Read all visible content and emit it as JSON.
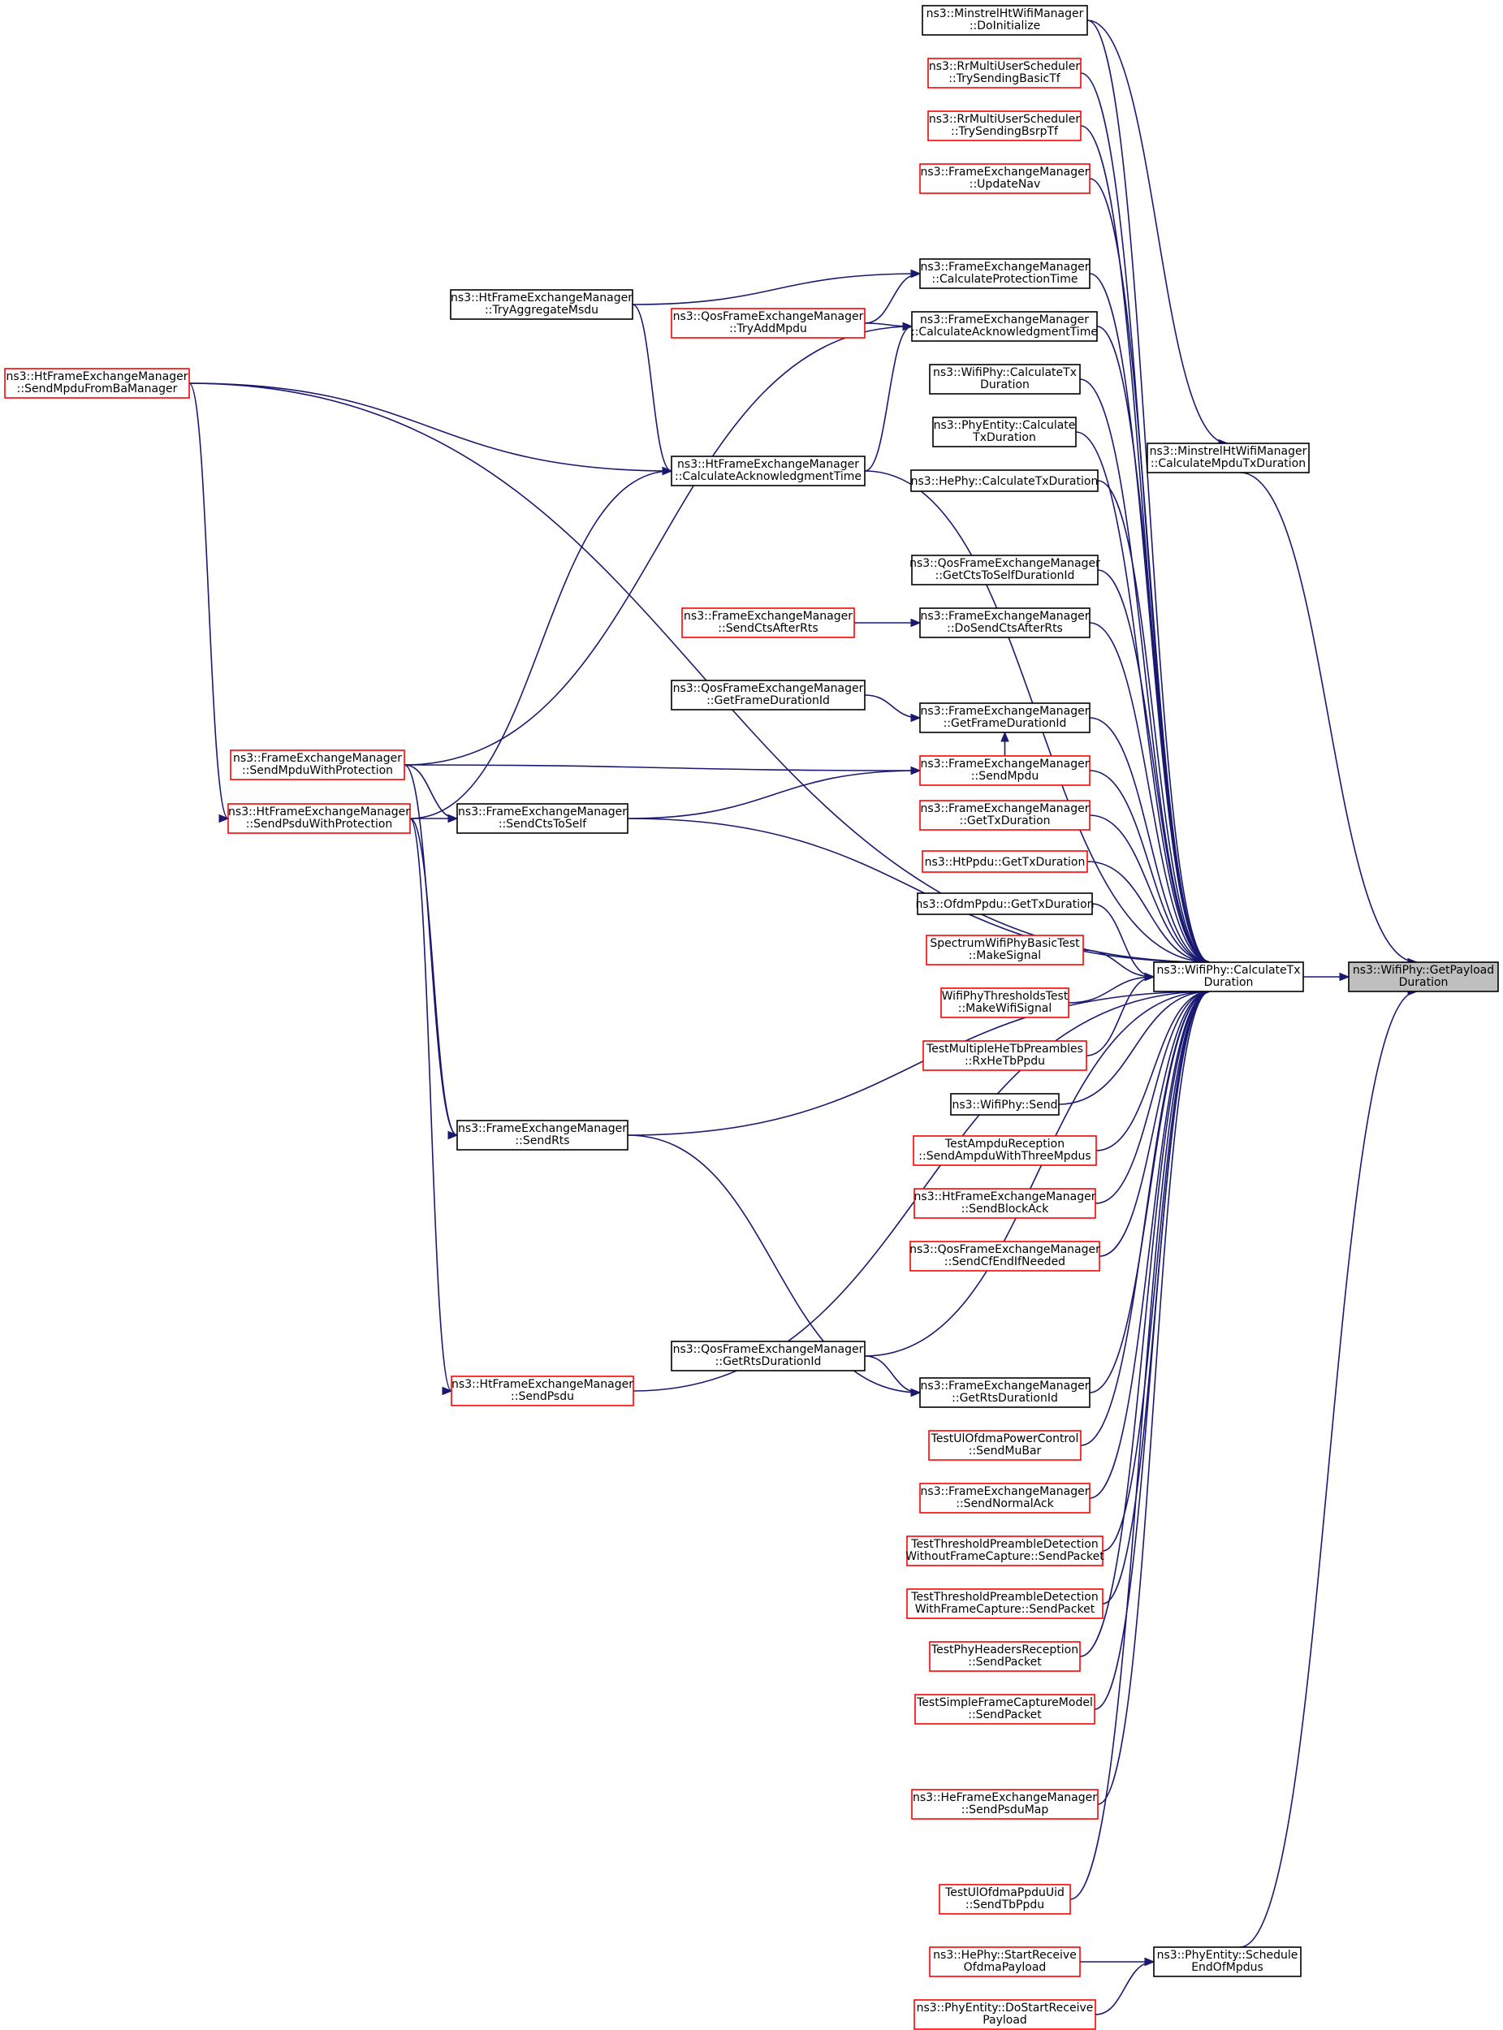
{
  "colors": {
    "edge": "#191970",
    "node_border_normal": "#000000",
    "node_border_external": "#ff0000",
    "node_fill": "#ffffff",
    "node_fill_focus": "#bfbfbf"
  },
  "nodes": [
    {
      "id": "getpayload",
      "lines": [
        "ns3::WifiPhy::GetPayload",
        "Duration"
      ],
      "style": "focus"
    },
    {
      "id": "calctx",
      "lines": [
        "ns3::WifiPhy::CalculateTx",
        "Duration"
      ],
      "style": "normal"
    },
    {
      "id": "minstrel_calc",
      "lines": [
        "ns3::MinstrelHtWifiManager",
        "::CalculateMpduTxDuration"
      ],
      "style": "normal"
    },
    {
      "id": "sched",
      "lines": [
        "ns3::PhyEntity::Schedule",
        "EndOfMpdus"
      ],
      "style": "normal"
    },
    {
      "id": "minstrel_init",
      "lines": [
        "ns3::MinstrelHtWifiManager",
        "::DoInitialize"
      ],
      "style": "normal"
    },
    {
      "id": "rr_basic",
      "lines": [
        "ns3::RrMultiUserScheduler",
        "::TrySendingBasicTf"
      ],
      "style": "red"
    },
    {
      "id": "rr_bsrp",
      "lines": [
        "ns3::RrMultiUserScheduler",
        "::TrySendingBsrpTf"
      ],
      "style": "red"
    },
    {
      "id": "updnav",
      "lines": [
        "ns3::FrameExchangeManager",
        "::UpdateNav"
      ],
      "style": "red"
    },
    {
      "id": "calcprot",
      "lines": [
        "ns3::FrameExchangeManager",
        "::CalculateProtectionTime"
      ],
      "style": "normal"
    },
    {
      "id": "fem_calcack",
      "lines": [
        "ns3::FrameExchangeManager",
        "::CalculateAcknowledgmentTime"
      ],
      "style": "normal"
    },
    {
      "id": "wp_calctx",
      "lines": [
        "ns3::WifiPhy::CalculateTx",
        "Duration"
      ],
      "style": "normal"
    },
    {
      "id": "pe_calctx",
      "lines": [
        "ns3::PhyEntity::Calculate",
        "TxDuration"
      ],
      "style": "normal"
    },
    {
      "id": "he_calctx",
      "lines": [
        "ns3::HePhy::CalculateTxDuration"
      ],
      "style": "normal"
    },
    {
      "id": "qos_cts",
      "lines": [
        "ns3::QosFrameExchangeManager",
        "::GetCtsToSelfDurationId"
      ],
      "style": "normal"
    },
    {
      "id": "dosendcts",
      "lines": [
        "ns3::FrameExchangeManager",
        "::DoSendCtsAfterRts"
      ],
      "style": "normal"
    },
    {
      "id": "fem_getframe",
      "lines": [
        "ns3::FrameExchangeManager",
        "::GetFrameDurationId"
      ],
      "style": "normal"
    },
    {
      "id": "sendmpdu",
      "lines": [
        "ns3::FrameExchangeManager",
        "::SendMpdu"
      ],
      "style": "red"
    },
    {
      "id": "fem_gettx",
      "lines": [
        "ns3::FrameExchangeManager",
        "::GetTxDuration"
      ],
      "style": "red"
    },
    {
      "id": "htppdu",
      "lines": [
        "ns3::HtPpdu::GetTxDuration"
      ],
      "style": "red"
    },
    {
      "id": "ofdmppdu",
      "lines": [
        "ns3::OfdmPpdu::GetTxDuration"
      ],
      "style": "normal"
    },
    {
      "id": "spectrum",
      "lines": [
        "SpectrumWifiPhyBasicTest",
        "::MakeSignal"
      ],
      "style": "red"
    },
    {
      "id": "thresh",
      "lines": [
        "WifiPhyThresholdsTest",
        "::MakeWifiSignal"
      ],
      "style": "red"
    },
    {
      "id": "multihetb",
      "lines": [
        "TestMultipleHeTbPreambles",
        "::RxHeTbPpdu"
      ],
      "style": "red"
    },
    {
      "id": "wpsend",
      "lines": [
        "ns3::WifiPhy::Send"
      ],
      "style": "normal"
    },
    {
      "id": "ampdu",
      "lines": [
        "TestAmpduReception",
        "::SendAmpduWithThreeMpdus"
      ],
      "style": "red"
    },
    {
      "id": "htblockack",
      "lines": [
        "ns3::HtFrameExchangeManager",
        "::SendBlockAck"
      ],
      "style": "red"
    },
    {
      "id": "qoscfend",
      "lines": [
        "ns3::QosFrameExchangeManager",
        "::SendCfEndIfNeeded"
      ],
      "style": "red"
    },
    {
      "id": "qos_getrts",
      "lines": [
        "ns3::QosFrameExchangeManager",
        "::GetRtsDurationId"
      ],
      "style": "normal"
    },
    {
      "id": "fem_getrts",
      "lines": [
        "ns3::FrameExchangeManager",
        "::GetRtsDurationId"
      ],
      "style": "normal"
    },
    {
      "id": "ulpower",
      "lines": [
        "TestUlOfdmaPowerControl",
        "::SendMuBar"
      ],
      "style": "red"
    },
    {
      "id": "normalack",
      "lines": [
        "ns3::FrameExchangeManager",
        "::SendNormalAck"
      ],
      "style": "red"
    },
    {
      "id": "tpd_without",
      "lines": [
        "TestThresholdPreambleDetection",
        "WithoutFrameCapture::SendPacket"
      ],
      "style": "red"
    },
    {
      "id": "tpd_with",
      "lines": [
        "TestThresholdPreambleDetection",
        "WithFrameCapture::SendPacket"
      ],
      "style": "red"
    },
    {
      "id": "phyhdr",
      "lines": [
        "TestPhyHeadersReception",
        "::SendPacket"
      ],
      "style": "red"
    },
    {
      "id": "simplecap",
      "lines": [
        "TestSimpleFrameCaptureModel",
        "::SendPacket"
      ],
      "style": "red"
    },
    {
      "id": "hepsdumap",
      "lines": [
        "ns3::HeFrameExchangeManager",
        "::SendPsduMap"
      ],
      "style": "red"
    },
    {
      "id": "ulppduuid",
      "lines": [
        "TestUlOfdmaPpduUid",
        "::SendTbPpdu"
      ],
      "style": "red"
    },
    {
      "id": "hestart",
      "lines": [
        "ns3::HePhy::StartReceive",
        "OfdmaPayload"
      ],
      "style": "red"
    },
    {
      "id": "pestart",
      "lines": [
        "ns3::PhyEntity::DoStartReceive",
        "Payload"
      ],
      "style": "red"
    },
    {
      "id": "httryagg",
      "lines": [
        "ns3::HtFrameExchangeManager",
        "::TryAggregateMsdu"
      ],
      "style": "normal"
    },
    {
      "id": "qostryadd",
      "lines": [
        "ns3::QosFrameExchangeManager",
        "::TryAddMpdu"
      ],
      "style": "red"
    },
    {
      "id": "htcalcack",
      "lines": [
        "ns3::HtFrameExchangeManager",
        "::CalculateAcknowledgmentTime"
      ],
      "style": "normal"
    },
    {
      "id": "femsendcts",
      "lines": [
        "ns3::FrameExchangeManager",
        "::SendCtsAfterRts"
      ],
      "style": "red"
    },
    {
      "id": "qos_getframe",
      "lines": [
        "ns3::QosFrameExchangeManager",
        "::GetFrameDurationId"
      ],
      "style": "normal"
    },
    {
      "id": "ctstoself",
      "lines": [
        "ns3::FrameExchangeManager",
        "::SendCtsToSelf"
      ],
      "style": "normal"
    },
    {
      "id": "sendrts",
      "lines": [
        "ns3::FrameExchangeManager",
        "::SendRts"
      ],
      "style": "normal"
    },
    {
      "id": "htsendpsdu",
      "lines": [
        "ns3::HtFrameExchangeManager",
        "::SendPsdu"
      ],
      "style": "red"
    },
    {
      "id": "htsendmpduba",
      "lines": [
        "ns3::HtFrameExchangeManager",
        "::SendMpduFromBaManager"
      ],
      "style": "red"
    },
    {
      "id": "sendmpduprot",
      "lines": [
        "ns3::FrameExchangeManager",
        "::SendMpduWithProtection"
      ],
      "style": "red"
    },
    {
      "id": "sendpsduprot",
      "lines": [
        "ns3::HtFrameExchangeManager",
        "::SendPsduWithProtection"
      ],
      "style": "red"
    }
  ],
  "edges": [
    [
      "calctx",
      "getpayload"
    ],
    [
      "minstrel_calc",
      "getpayload"
    ],
    [
      "sched",
      "getpayload"
    ],
    [
      "minstrel_init",
      "minstrel_calc"
    ],
    [
      "hestart",
      "sched"
    ],
    [
      "pestart",
      "sched"
    ],
    [
      "minstrel_init",
      "calctx"
    ],
    [
      "rr_basic",
      "calctx"
    ],
    [
      "rr_bsrp",
      "calctx"
    ],
    [
      "updnav",
      "calctx"
    ],
    [
      "calcprot",
      "calctx"
    ],
    [
      "fem_calcack",
      "calctx"
    ],
    [
      "wp_calctx",
      "calctx"
    ],
    [
      "pe_calctx",
      "calctx"
    ],
    [
      "he_calctx",
      "calctx"
    ],
    [
      "qos_cts",
      "calctx"
    ],
    [
      "dosendcts",
      "calctx"
    ],
    [
      "fem_getframe",
      "calctx"
    ],
    [
      "sendmpdu",
      "calctx"
    ],
    [
      "fem_gettx",
      "calctx"
    ],
    [
      "htppdu",
      "calctx"
    ],
    [
      "ofdmppdu",
      "calctx"
    ],
    [
      "spectrum",
      "calctx"
    ],
    [
      "thresh",
      "calctx"
    ],
    [
      "multihetb",
      "calctx"
    ],
    [
      "wpsend",
      "calctx"
    ],
    [
      "ampdu",
      "calctx"
    ],
    [
      "htblockack",
      "calctx"
    ],
    [
      "qoscfend",
      "calctx"
    ],
    [
      "qos_getrts",
      "calctx"
    ],
    [
      "fem_getrts",
      "calctx"
    ],
    [
      "ulpower",
      "calctx"
    ],
    [
      "normalack",
      "calctx"
    ],
    [
      "tpd_without",
      "calctx"
    ],
    [
      "tpd_with",
      "calctx"
    ],
    [
      "phyhdr",
      "calctx"
    ],
    [
      "simplecap",
      "calctx"
    ],
    [
      "hepsdumap",
      "calctx"
    ],
    [
      "ulppduuid",
      "calctx"
    ],
    [
      "htsendmpduba",
      "calctx"
    ],
    [
      "htcalcack",
      "calctx"
    ],
    [
      "ctstoself",
      "calctx"
    ],
    [
      "htsendpsdu",
      "calctx"
    ],
    [
      "sendrts",
      "calctx"
    ],
    [
      "httryagg",
      "calcprot"
    ],
    [
      "qostryadd",
      "calcprot"
    ],
    [
      "qostryadd",
      "fem_calcack"
    ],
    [
      "htcalcack",
      "fem_calcack"
    ],
    [
      "sendmpduprot",
      "fem_calcack"
    ],
    [
      "femsendcts",
      "dosendcts"
    ],
    [
      "qos_getframe",
      "fem_getframe"
    ],
    [
      "sendmpdu",
      "fem_getframe"
    ],
    [
      "ctstoself",
      "sendmpdu"
    ],
    [
      "sendmpduprot",
      "sendmpdu"
    ],
    [
      "qos_getrts",
      "fem_getrts"
    ],
    [
      "sendrts",
      "fem_getrts"
    ],
    [
      "httryagg",
      "htcalcack"
    ],
    [
      "htsendmpduba",
      "htcalcack"
    ],
    [
      "sendpsduprot",
      "htcalcack"
    ],
    [
      "sendmpduprot",
      "ctstoself"
    ],
    [
      "sendpsduprot",
      "ctstoself"
    ],
    [
      "sendmpduprot",
      "sendrts"
    ],
    [
      "sendpsduprot",
      "sendrts"
    ],
    [
      "sendpsduprot",
      "htsendpsdu"
    ],
    [
      "htsendmpduba",
      "sendpsduprot"
    ]
  ]
}
